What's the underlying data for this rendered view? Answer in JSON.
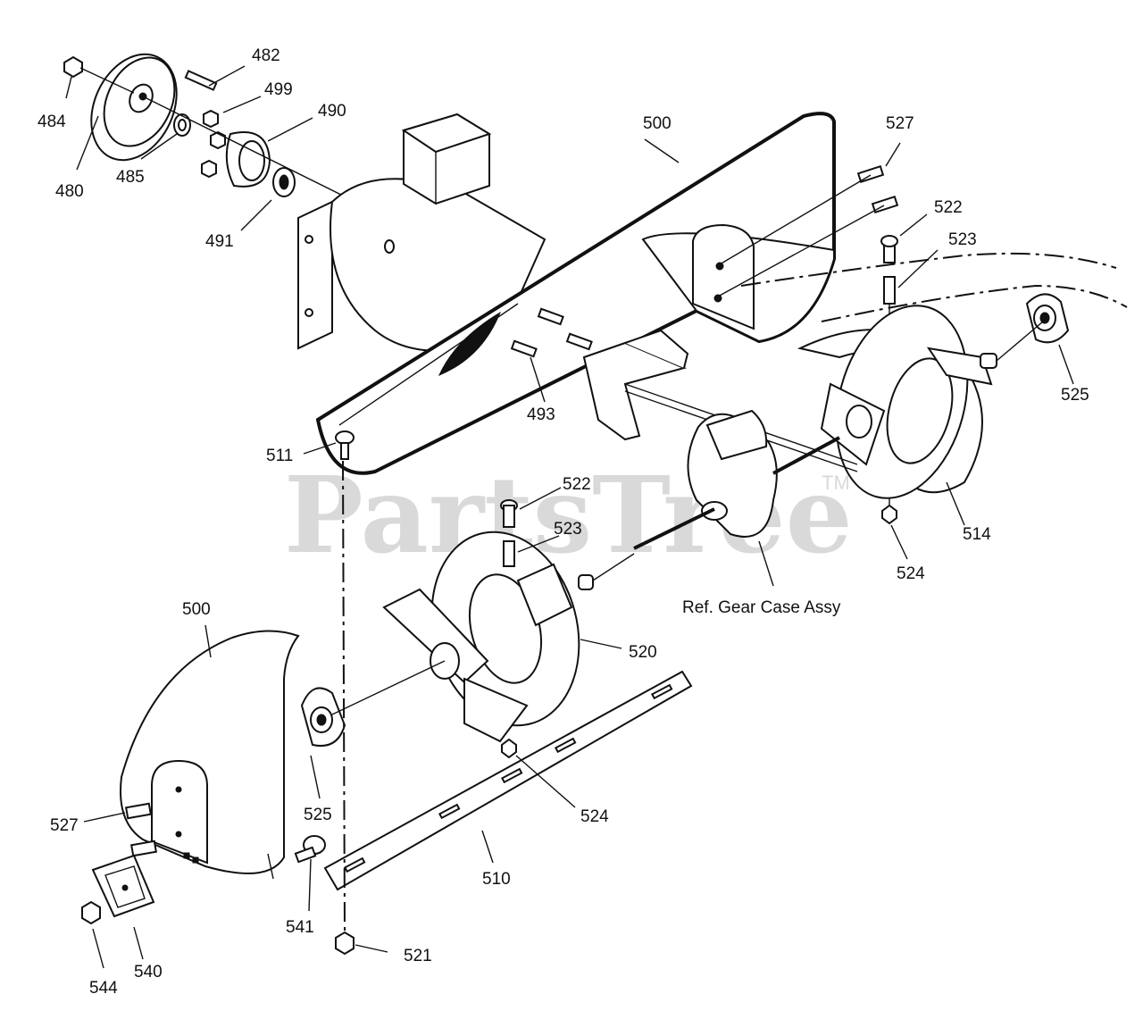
{
  "watermark": {
    "text": "PartsTree",
    "tm": "TM"
  },
  "reference_note": "Ref. Gear Case Assy",
  "callouts": [
    {
      "id": "480",
      "label": "480"
    },
    {
      "id": "482",
      "label": "482"
    },
    {
      "id": "484",
      "label": "484"
    },
    {
      "id": "485",
      "label": "485"
    },
    {
      "id": "490",
      "label": "490"
    },
    {
      "id": "491",
      "label": "491"
    },
    {
      "id": "493",
      "label": "493"
    },
    {
      "id": "499",
      "label": "499"
    },
    {
      "id": "500_top",
      "label": "500"
    },
    {
      "id": "500_bottom",
      "label": "500"
    },
    {
      "id": "510",
      "label": "510"
    },
    {
      "id": "511",
      "label": "511"
    },
    {
      "id": "514",
      "label": "514"
    },
    {
      "id": "520",
      "label": "520"
    },
    {
      "id": "521",
      "label": "521"
    },
    {
      "id": "522_right",
      "label": "522"
    },
    {
      "id": "522_center",
      "label": "522"
    },
    {
      "id": "523_right",
      "label": "523"
    },
    {
      "id": "523_center",
      "label": "523"
    },
    {
      "id": "524_right",
      "label": "524"
    },
    {
      "id": "524_center",
      "label": "524"
    },
    {
      "id": "525_right",
      "label": "525"
    },
    {
      "id": "525_left",
      "label": "525"
    },
    {
      "id": "527_top",
      "label": "527"
    },
    {
      "id": "527_left",
      "label": "527"
    },
    {
      "id": "540",
      "label": "540"
    },
    {
      "id": "541",
      "label": "541"
    },
    {
      "id": "544",
      "label": "544"
    }
  ]
}
